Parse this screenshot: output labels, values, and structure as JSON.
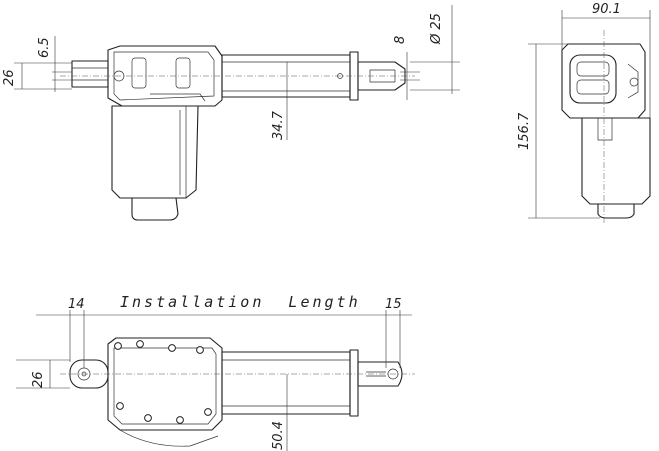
{
  "side_view": {
    "dim_rod_dia": "6.5",
    "dim_mount_height": "26",
    "dim_pin": "8",
    "dim_tube_dia": "Ø 25",
    "dim_motor_offset": "34.7"
  },
  "end_view": {
    "dim_width": "90.1",
    "dim_height": "156.7"
  },
  "bottom_view": {
    "dim_left_end": "14",
    "installation_length_label": "Installation  Length",
    "dim_right_end": "15",
    "dim_mount_height": "26",
    "dim_depth": "50.4"
  }
}
